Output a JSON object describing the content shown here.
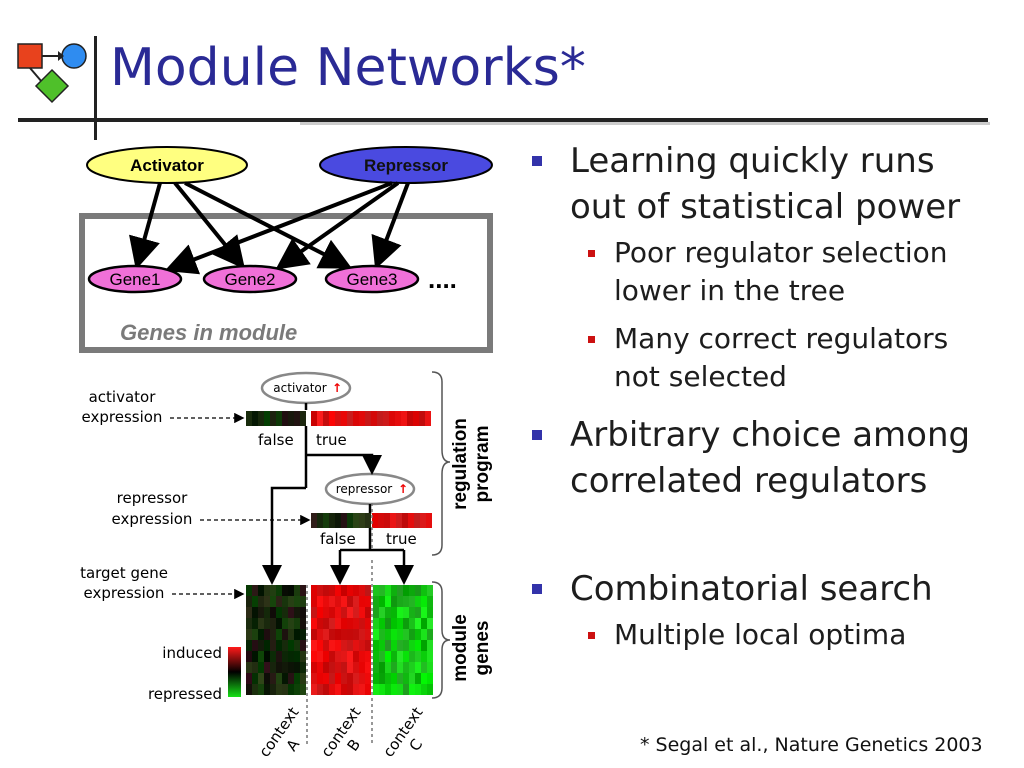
{
  "slide": {
    "title": "Module Networks*",
    "footnote": "* Segal et al., Nature Genetics 2003"
  },
  "network": {
    "activator": "Activator",
    "repressor": "Repressor",
    "genes": [
      "Gene1",
      "Gene2",
      "Gene3"
    ],
    "ellipsis": "....",
    "module_label": "Genes in module"
  },
  "program": {
    "activator_node": "activator",
    "repressor_node": "repressor",
    "up_arrow": "↑",
    "activator_expression_label": [
      "activator",
      "expression"
    ],
    "repressor_expression_label": [
      "repressor",
      "expression"
    ],
    "target_expression_label": [
      "target gene",
      "expression"
    ],
    "false_label": "false",
    "true_label": "true",
    "regulation_program_label": [
      "regulation",
      "program"
    ],
    "module_genes_label": [
      "module",
      "genes"
    ],
    "induced_label": "induced",
    "repressed_label": "repressed",
    "contexts": [
      {
        "word": "context",
        "letter": "A"
      },
      {
        "word": "context",
        "letter": "B"
      },
      {
        "word": "context",
        "letter": "C"
      }
    ],
    "colors": {
      "induced": "#ff1a1a",
      "repressed": "#17e017",
      "neutral": "#000000"
    }
  },
  "bullets": [
    {
      "level": 1,
      "text_lines": [
        "Learning quickly runs",
        "out of statistical power"
      ]
    },
    {
      "level": 2,
      "text_lines": [
        "Poor regulator selection",
        "lower in the tree"
      ]
    },
    {
      "level": 2,
      "text_lines": [
        "Many correct regulators",
        "not selected"
      ]
    },
    {
      "level": 1,
      "text_lines": [
        "Arbitrary choice among",
        "correlated regulators"
      ]
    },
    {
      "level": 1,
      "text_lines": [
        "Combinatorial search"
      ]
    },
    {
      "level": 2,
      "text_lines": [
        "Multiple local optima"
      ]
    }
  ]
}
